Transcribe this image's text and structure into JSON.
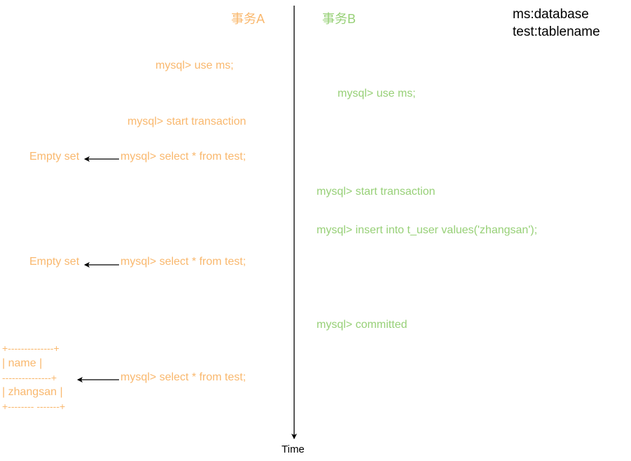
{
  "headers": {
    "txn_a": "事务A",
    "txn_b": "事务B"
  },
  "legend": {
    "line1": "ms:database",
    "line2": "test:tablename"
  },
  "time_axis": {
    "label": "Time"
  },
  "txn_a_steps": {
    "use_db": "mysql> use ms;",
    "start": "mysql> start transaction",
    "select1": "mysql> select * from test;",
    "select2": "mysql> select * from test;",
    "select3": "mysql> select * from test;"
  },
  "txn_a_results": {
    "result1": "Empty set",
    "result2": "Empty set",
    "result3": {
      "border_top": "+--------------+",
      "header_row": "|     name   |",
      "separator": "---------------+",
      "data_row": "| zhangsan |",
      "border_bottom": "+-------- -------+"
    }
  },
  "txn_b_steps": {
    "use_db": "mysql> use ms;",
    "start": "mysql> start transaction",
    "insert": "mysql> insert into t_user values('zhangsan');",
    "commit": "mysql> committed"
  },
  "colors": {
    "txn_a": "#f9b86e",
    "txn_b": "#97d077",
    "axis": "#000000"
  }
}
